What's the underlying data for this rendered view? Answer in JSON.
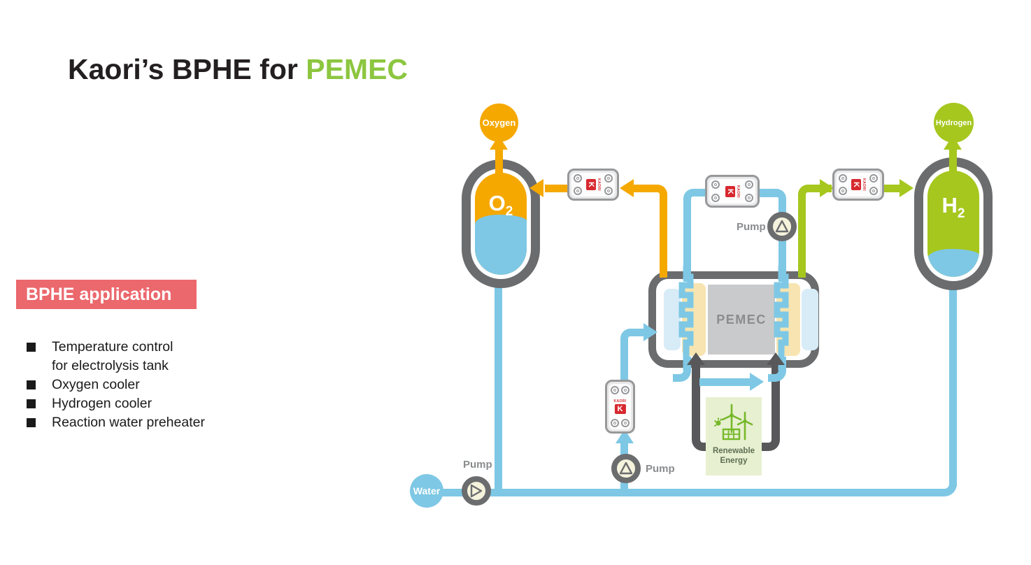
{
  "title": {
    "prefix": "Kaori’s BPHE for ",
    "highlight": "PEMEC"
  },
  "left_panel": {
    "heading": "BPHE application",
    "bullets": [
      {
        "line1": "Temperature control",
        "line2": "for electrolysis tank"
      },
      {
        "line1": "Oxygen cooler"
      },
      {
        "line1": "Hydrogen cooler"
      },
      {
        "line1": "Reaction water preheater"
      }
    ]
  },
  "diagram": {
    "oxygen_circle": "Oxygen",
    "hydrogen_circle": "Hydrogen",
    "water_circle": "Water",
    "o2_tank": {
      "symbol": "O",
      "sub": "2"
    },
    "h2_tank": {
      "symbol": "H",
      "sub": "2"
    },
    "stack_label": "PEMEC",
    "renewable": {
      "line1": "Renewable",
      "line2": "Energy"
    },
    "pump_label": "Pump",
    "kaori_logo": {
      "letter": "K",
      "text": "KAORI"
    }
  },
  "colors": {
    "title_green": "#8cc63f",
    "oxygen_orange": "#f5a800",
    "hydrogen_green": "#a6c71e",
    "water_blue": "#7ec8e5",
    "outline_gray": "#6b6c6e",
    "electrode_gray": "#58585a",
    "kaori_red": "#d7282f",
    "heading_red": "#eb686d",
    "channel_cream": "#f7e4b0",
    "panel_light_blue": "#d8ecf7",
    "renewable_bg": "#e7f0d0",
    "renewable_green": "#76b82a"
  }
}
